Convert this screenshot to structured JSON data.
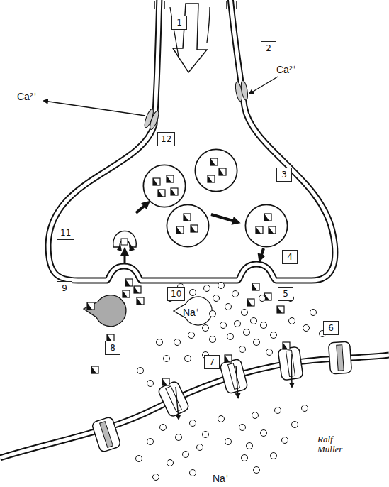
{
  "diagram": {
    "nodes": [
      {
        "text": [
          "1"
        ]
      },
      {
        "text": [
          "2"
        ]
      },
      {
        "text": [
          "3"
        ]
      },
      {
        "text": [
          "4"
        ]
      },
      {
        "text": [
          "5"
        ]
      },
      {
        "text": [
          "6"
        ]
      },
      {
        "text": [
          "7"
        ]
      },
      {
        "text": [
          "8"
        ]
      },
      {
        "text": [
          "9"
        ]
      },
      {
        "text": [
          "10"
        ]
      },
      {
        "text": [
          "11"
        ]
      },
      {
        "text": [
          "12"
        ]
      }
    ],
    "labels": [
      "Ca²⁺",
      "Ca²⁺",
      "Na⁺",
      "Na⁺",
      "Ralf Müller"
    ]
  }
}
